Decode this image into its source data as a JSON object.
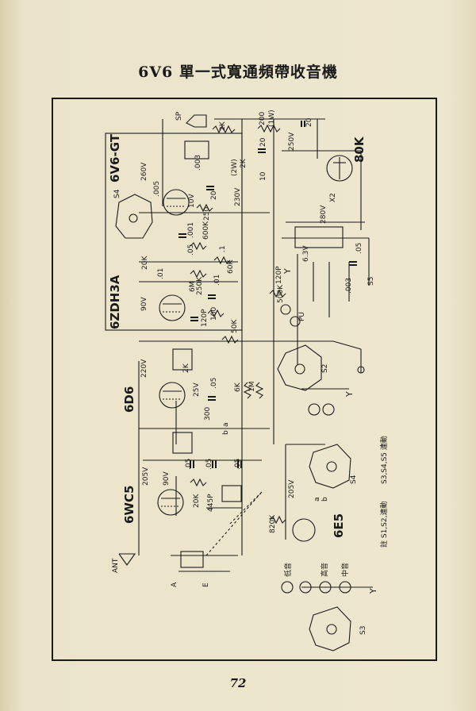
{
  "title": "6V6 單一式寬通頻帶收音機",
  "page_number": "72",
  "tubes": {
    "output": "6V6-GT",
    "preamp": "6ZDH3A",
    "if_amp": "6D6",
    "converter": "6WC5",
    "tuning_eye": "6E5",
    "rectifier": "80K"
  },
  "components": {
    "r_2k_top": "2K",
    "r_200_1w": "200",
    "r_200_1w_note": "(1W)",
    "c_20_top": "20",
    "c_20_mid": "20",
    "c_10": "10",
    "r_2k_2w": "2K",
    "r_2k_2w_note": "(2W)",
    "c_003": ".003",
    "c_005": ".005",
    "c_20_cath": "20",
    "r_250": "250",
    "c_10v": "10V",
    "c_001": ".001",
    "r_600k": "600K",
    "c_05_a": ".05",
    "c_1": ".1",
    "r_20k": "20K",
    "r_250k": "250K",
    "r_60k": "60K",
    "c_01_a": ".01",
    "c_01_b": ".01",
    "r_6m": "6M",
    "c_120p_a": "120P",
    "c_120p_b": "120P",
    "r_100": "100",
    "r_50k": "50K",
    "r_500k": "500K",
    "r_2k_b": "2K",
    "r_6k": "6K",
    "r_1m": "1M",
    "c_05_b": ".05",
    "c_25v": "25V",
    "r_300": "300",
    "c_05_c": ".05",
    "c_05_d": ".05",
    "c_05_e": ".05",
    "r_20k_b": "20K",
    "c_445p": "445P",
    "r_820k": "820K",
    "c_05_f": ".05",
    "c_003_b": ".003",
    "c_6_3v": "6.3V",
    "c_280v": "280V",
    "x2": "X2"
  },
  "voltages": {
    "v260": "260V",
    "v250": "250V",
    "v230": "230V",
    "v90_a": "90V",
    "v220": "220V",
    "v205_a": "205V",
    "v90_b": "90V",
    "v205_b": "205V"
  },
  "switches": {
    "s4_top": "S4",
    "s2": "S2",
    "s4": "S4",
    "s5": "S5",
    "s3": "S3",
    "sp": "SP",
    "pu": "PU",
    "ant": "ANT",
    "a": "A",
    "e": "E",
    "y1": "Y",
    "y2": "Y",
    "y3": "Y",
    "b1": "b",
    "a1": "a",
    "b2": "b",
    "a2": "a"
  },
  "band_labels": [
    "低音",
    "高音",
    "中音"
  ],
  "notes": {
    "note1": "註 S1,S2,連動",
    "note2": "S3,S4,S5 連動"
  }
}
